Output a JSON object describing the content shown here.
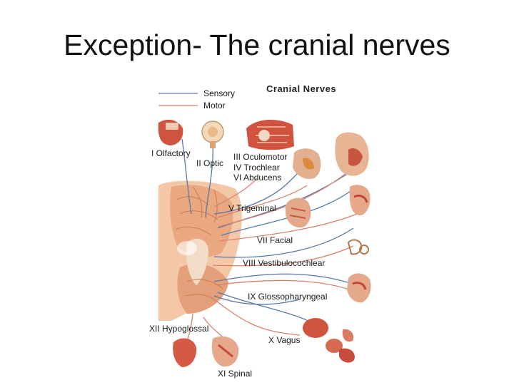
{
  "slide": {
    "title": "Exception- The cranial nerves"
  },
  "figure": {
    "title": "Cranial Nerves",
    "legend": {
      "sensory": "Sensory",
      "motor": "Motor"
    },
    "colors": {
      "sensory": "#5b79a8",
      "motor": "#d9826e",
      "brain": "#e9a87f",
      "tissue": "#d0533f"
    },
    "nerves": {
      "olfactory": "I Olfactory",
      "optic": "II Optic",
      "oculomotor": "III Oculomotor",
      "trochlear": "IV Trochlear",
      "abducens": "VI Abducens",
      "trigeminal": "V Trigeminal",
      "facial": "VII Facial",
      "vestibulocochlear": "VIII Vestibulocochlear",
      "glossopharyngeal": "IX Glossopharyngeal",
      "hypoglossal": "XII Hypoglossal",
      "vagus": "X Vagus",
      "spinal": "XI Spinal"
    }
  }
}
